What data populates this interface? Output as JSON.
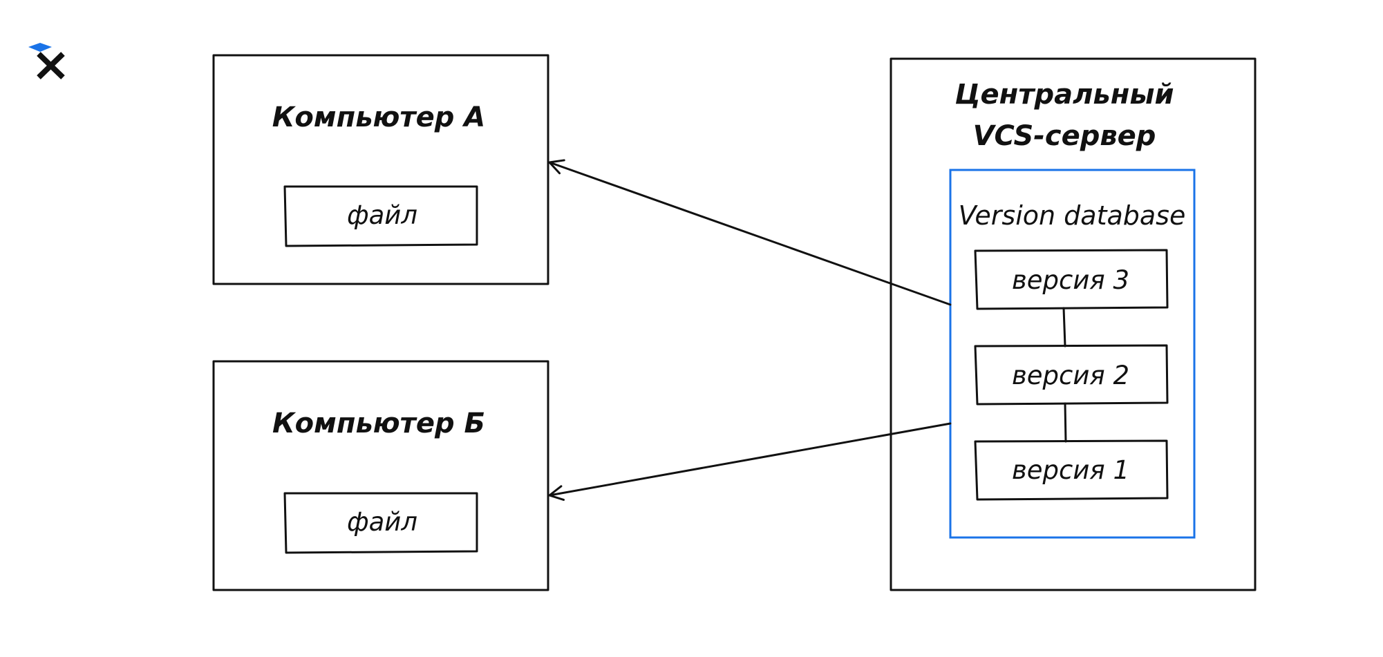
{
  "colors": {
    "ink": "#111111",
    "accent": "#1a73e8"
  },
  "logo": {
    "icon": "x-logo-icon"
  },
  "computer_a": {
    "title": "Компьютер А",
    "file_label": "файл"
  },
  "computer_b": {
    "title": "Компьютер Б",
    "file_label": "файл"
  },
  "server": {
    "title_line1": "Центральный",
    "title_line2": "VCS-сервер",
    "database": {
      "title": "Version database",
      "versions": [
        "версия 3",
        "версия 2",
        "версия 1"
      ]
    }
  }
}
